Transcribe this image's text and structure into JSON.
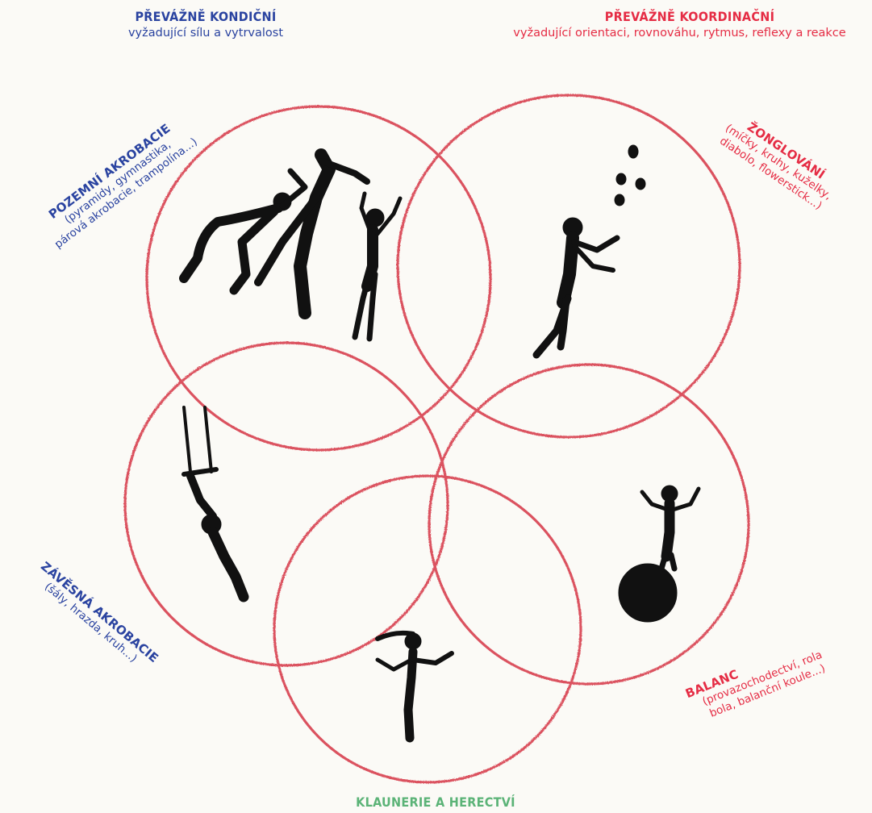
{
  "header": {
    "conditioning": {
      "title": "PŘEVÁŽNĚ KONDIČNÍ",
      "subtitle": "vyžadující sílu a vytrvalost"
    },
    "coordination": {
      "title": "PŘEVÁŽNĚ KOORDINAČNÍ",
      "subtitle": "vyžadující orientaci, rovnováhu, rytmus, reflexy a reakce"
    }
  },
  "disciplines": {
    "ground_acrobatics": {
      "title": "POZEMNÍ AKROBACIE",
      "line1": "(pyramidy, gymnastika,",
      "line2": "párová akrobacie, trampolína...)"
    },
    "juggling": {
      "title": "ŽONGLOVÁNÍ",
      "line1": "(míčky, kruhy, kuželky,",
      "line2": "diabolo, flowerstick...)"
    },
    "aerial_acrobatics": {
      "title": "ZÁVĚSNÁ AKROBACIE",
      "line1": "(šály, hrazda, kruh...)"
    },
    "balance": {
      "title": "BALANC",
      "line1": "(provazochodectví, rola",
      "line2": "bola, balanční koule...)"
    },
    "clowning": {
      "title": "KLAUNERIE A HERECTVÍ"
    }
  },
  "colors": {
    "conditioning": "#2a43a0",
    "coordination": "#e52c44",
    "clowning": "#5bb377",
    "circle_stroke": "#d8404f",
    "figure_fill": "#111111"
  },
  "icons": [
    "acrobats-figures",
    "juggler-figure",
    "trapeze-artist-figure",
    "balance-ball-figure",
    "clown-figure"
  ]
}
